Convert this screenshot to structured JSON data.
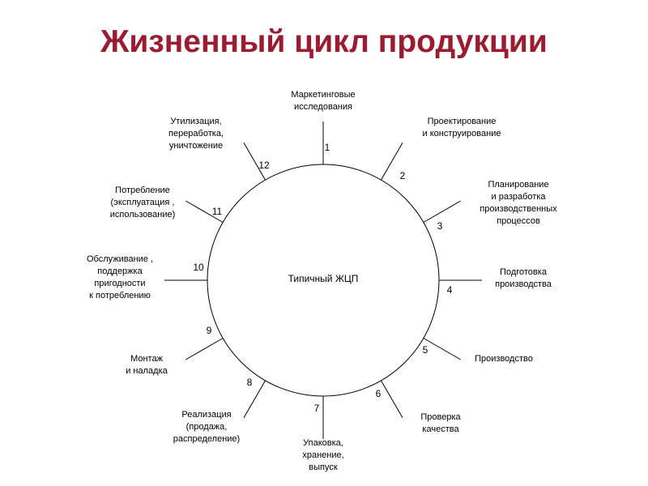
{
  "title": "Жизненный цикл продукции",
  "center_label": "Типичный ЖЦП",
  "stages": [
    {
      "number": "1",
      "lines": [
        "Маркетинговые",
        "исследования"
      ]
    },
    {
      "number": "2",
      "lines": [
        "Проектирование",
        "и конструирование"
      ]
    },
    {
      "number": "3",
      "lines": [
        "Планирование",
        "и разработка",
        "производственных",
        "процессов"
      ]
    },
    {
      "number": "4",
      "lines": [
        "Подготовка",
        "производства"
      ]
    },
    {
      "number": "5",
      "lines": [
        "Производство"
      ]
    },
    {
      "number": "6",
      "lines": [
        "Проверка",
        "качества"
      ]
    },
    {
      "number": "7",
      "lines": [
        "Упаковка,",
        "хранение,",
        "выпуск"
      ]
    },
    {
      "number": "8",
      "lines": [
        "Реализация",
        "(продажа,",
        "распределение)"
      ]
    },
    {
      "number": "9",
      "lines": [
        "Монтаж",
        "и наладка"
      ]
    },
    {
      "number": "10",
      "lines": [
        "Обслуживание ,",
        "поддержка",
        "пригодности",
        "к потреблению"
      ]
    },
    {
      "number": "11",
      "lines": [
        "Потребление",
        "(эксплуатация ,",
        "использование)"
      ]
    },
    {
      "number": "12",
      "lines": [
        "Утилизация,",
        "переработка,",
        "уничтожение"
      ]
    }
  ],
  "colors": {
    "title": "#9b1b30",
    "lines": "#000000"
  }
}
